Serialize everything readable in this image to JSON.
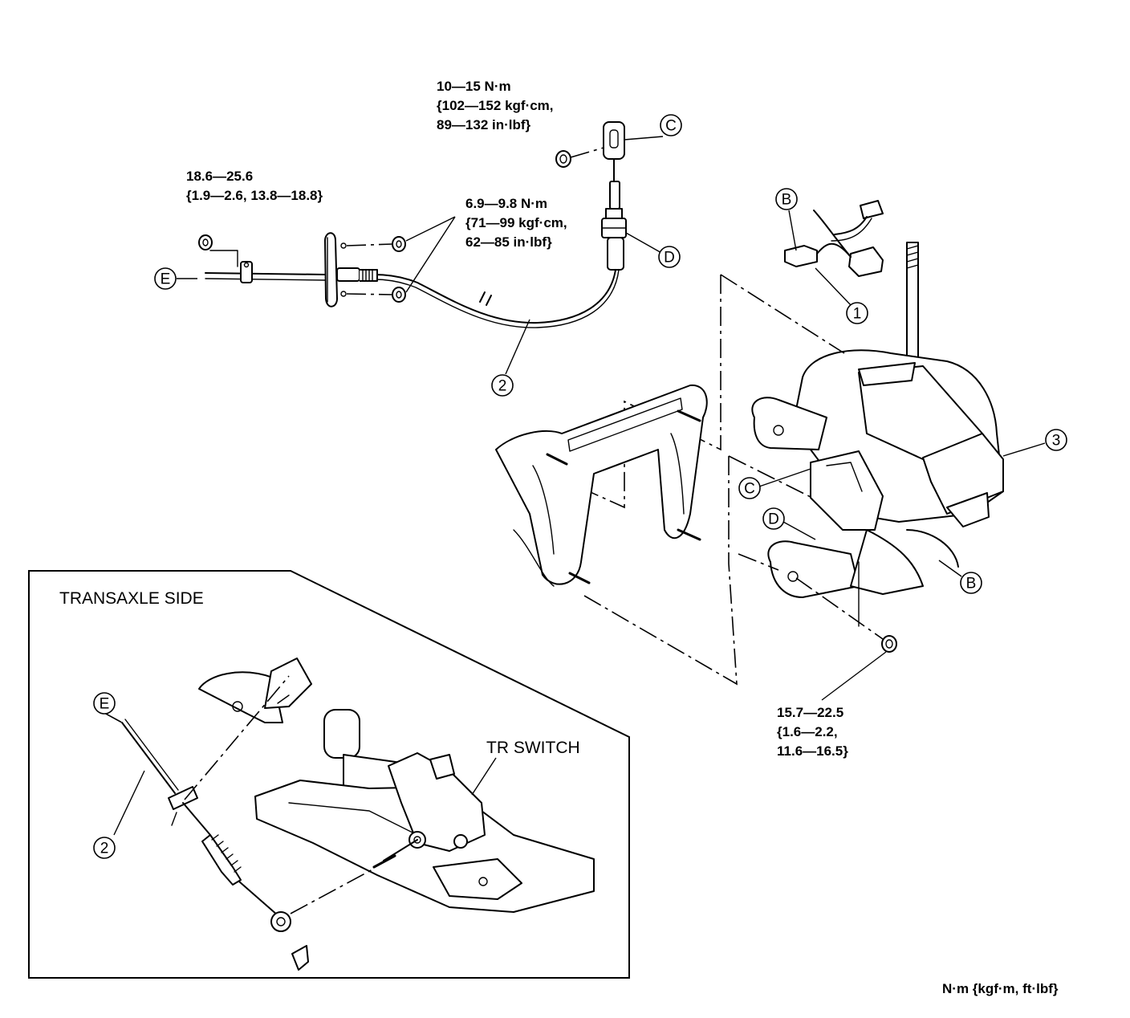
{
  "torque_specs": {
    "cable_end_nut": {
      "line1": "10—15 N·m",
      "line2": "{102—152 kgf·cm,",
      "line3": "89—132 in·lbf}"
    },
    "bracket_nut": {
      "line1": "18.6—25.6",
      "line2": "{1.9—2.6, 13.8—18.8}"
    },
    "plate_nuts": {
      "line1": "6.9—9.8 N·m",
      "line2": "{71—99 kgf·cm,",
      "line3": "62—85 in·lbf}"
    },
    "mount_nut": {
      "line1": "15.7—22.5",
      "line2": "{1.6—2.2,",
      "line3": "11.6—16.5}"
    }
  },
  "callouts": {
    "c_top": "C",
    "d_top": "D",
    "b_connector": "B",
    "one": "1",
    "e_left": "E",
    "two_cable": "2",
    "three_lever": "3",
    "c_mid": "C",
    "d_mid": "D",
    "b_right": "B",
    "e_inset": "E",
    "two_inset": "2"
  },
  "inset": {
    "title": "TRANSAXLE SIDE",
    "tr_switch": "TR SWITCH"
  },
  "units_legend": "N·m {kgf·m, ft·lbf}",
  "icons": [
    "nut-icon",
    "cable-icon",
    "shift-lever-icon",
    "connector-icon",
    "tr-switch-icon"
  ]
}
